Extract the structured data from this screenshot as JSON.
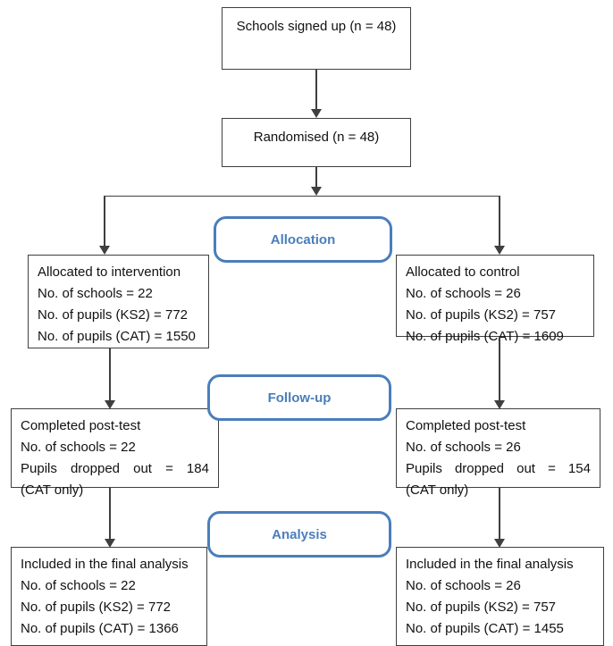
{
  "diagram": {
    "title": "CONSORT participant flow diagram",
    "accent_color": "#4a7ebb",
    "line_color": "#3f3f3f",
    "nodes": {
      "enrolment": {
        "line1": "Schools signed up (n = 48)"
      },
      "randomised": {
        "line1": "Randomised (n = 48)"
      },
      "allocation_intervention": {
        "line1": "Allocated to intervention",
        "line2": "No. of schools = 22",
        "line3": "No. of pupils (KS2) = 772",
        "line4": "No. of pupils (CAT) = 1550"
      },
      "allocation_control": {
        "line1": "Allocated to control",
        "line2": "No. of schools = 26",
        "line3": "No. of pupils (KS2) = 757",
        "line4": "No. of pupils (CAT) = 1609"
      },
      "followup_intervention": {
        "line1": "Completed post-test",
        "line2": "No. of schools = 22",
        "line3_a": "Pupils",
        "line3_b": "dropped",
        "line3_c": "out",
        "line3_d": "=",
        "line3_e": "184",
        "line4": "(CAT only)"
      },
      "followup_control": {
        "line1": "Completed post-test",
        "line2": "No. of schools = 26",
        "line3_a": "Pupils",
        "line3_b": "dropped",
        "line3_c": "out",
        "line3_d": "=",
        "line3_e": "154",
        "line4": "(CAT only)"
      },
      "analysis_intervention": {
        "line1": "Included in the final analysis",
        "line2": "No. of schools = 22",
        "line3": "No. of pupils (KS2) = 772",
        "line4": "No. of pupils (CAT) = 1366"
      },
      "analysis_control": {
        "line1": "Included in the final analysis",
        "line2": "No. of schools = 26",
        "line3": "No. of pupils (KS2) = 757",
        "line4": "No. of pupils (CAT) = 1455"
      }
    },
    "stages": {
      "allocation": "Allocation",
      "followup": "Follow-up",
      "analysis": "Analysis"
    }
  }
}
